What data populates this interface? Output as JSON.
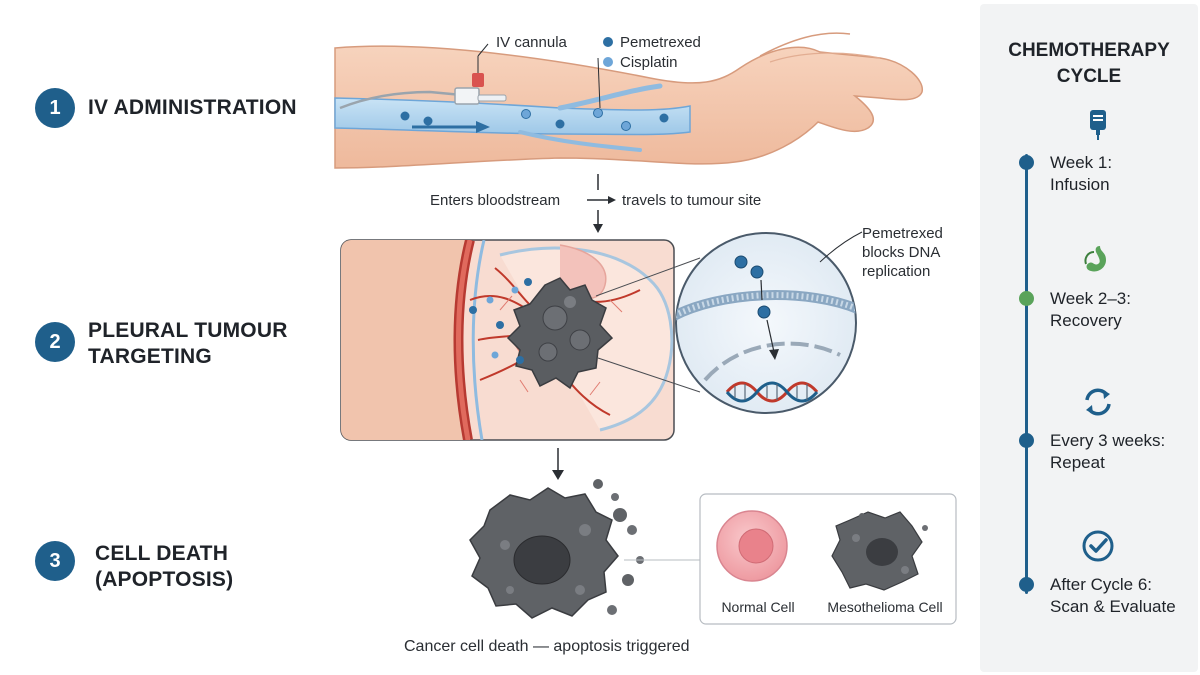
{
  "steps": [
    {
      "number": "1",
      "title_line1": "IV ADMINISTRATION",
      "title_line2": ""
    },
    {
      "number": "2",
      "title_line1": "PLEURAL TUMOUR",
      "title_line2": "TARGETING"
    },
    {
      "number": "3",
      "title_line1": "CELL DEATH",
      "title_line2": "(APOPTOSIS)"
    }
  ],
  "labels": {
    "iv_cannula": "IV cannula",
    "pemetrexed": "Pemetrexed",
    "cisplatin": "Cisplatin",
    "enters_bloodstream": "Enters bloodstream",
    "travels": "travels to tumour site",
    "pemetrexed_blocks": [
      "Pemetrexed",
      "blocks DNA",
      "replication"
    ],
    "normal_cell": "Normal Cell",
    "mesothelioma_cell": "Mesothelioma Cell",
    "cancer_death": "Cancer cell death — apoptosis triggered"
  },
  "sidebar": {
    "title_line1": "CHEMOTHERAPY",
    "title_line2": "CYCLE",
    "items": [
      {
        "line1": "Week 1:",
        "line2": "Infusion",
        "icon": "iv-bag-icon",
        "dot_color": "#1f5f8b"
      },
      {
        "line1": "Week 2–3:",
        "line2": "Recovery",
        "icon": "stomach-recovery-icon",
        "dot_color": "#5aa35a"
      },
      {
        "line1": "Every 3 weeks:",
        "line2": "Repeat",
        "icon": "repeat-cycle-icon",
        "dot_color": "#1f5f8b"
      },
      {
        "line1": "After Cycle 6:",
        "line2": "Scan & Evaluate",
        "icon": "check-circle-icon",
        "dot_color": "#1f5f8b"
      }
    ]
  },
  "colors": {
    "accent": "#1f5f8b",
    "pemetrexed_dot": "#2d6fa3",
    "cisplatin_dot": "#6ea6d8",
    "recovery_green": "#5aa35a",
    "tumour_grey": "#5a5d61",
    "normal_cell_pink": "#f3a8ad"
  }
}
